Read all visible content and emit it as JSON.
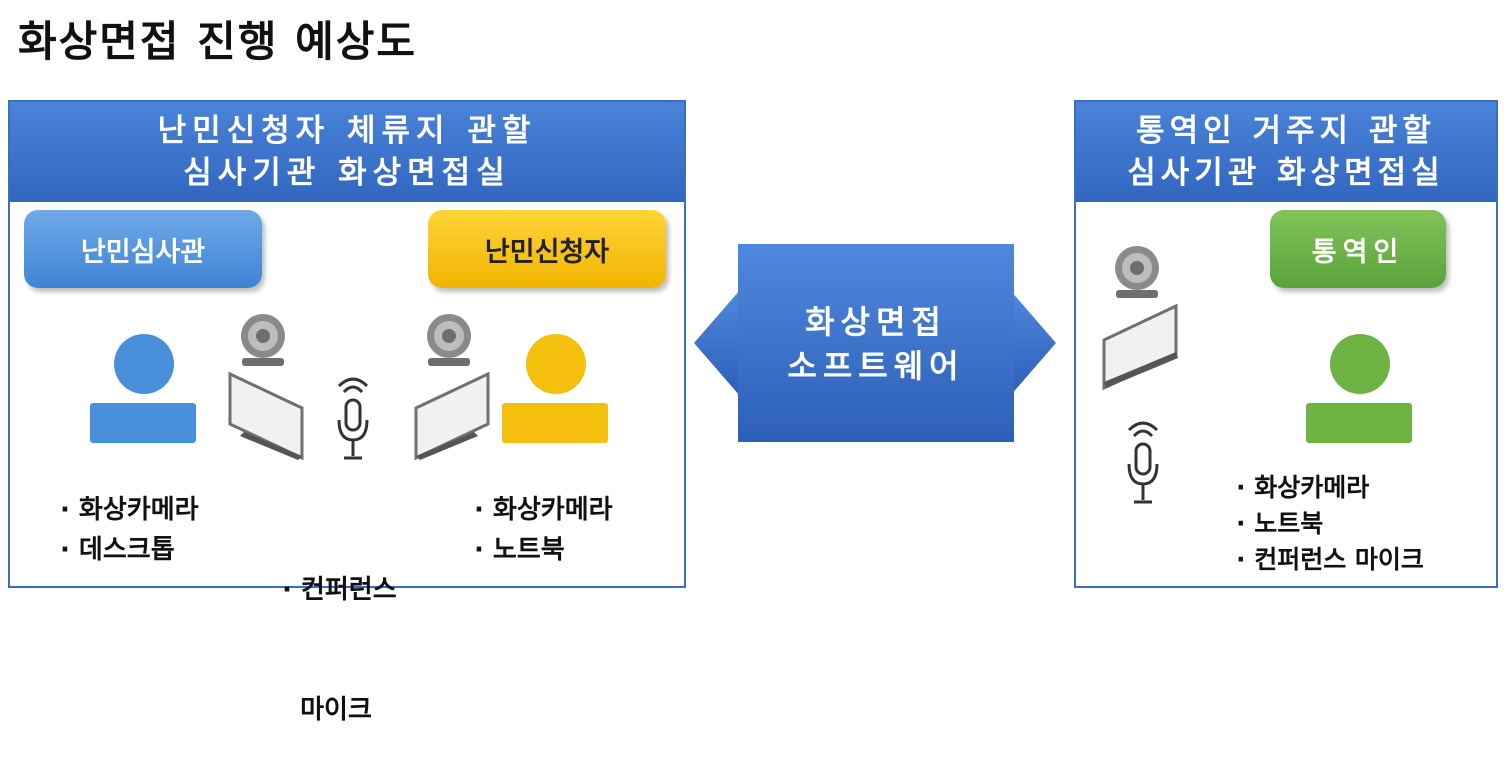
{
  "title": "화상면접 진행 예상도",
  "left_panel": {
    "header_line1": "난민신청자 체류지 관할",
    "header_line2": "심사기관 화상면접실",
    "roles": {
      "examiner": "난민심사관",
      "applicant": "난민신청자"
    },
    "lists": {
      "col1": [
        "· 화상카메라",
        "· 데스크톱"
      ],
      "col2": [
        "· 컨퍼런스",
        "  마이크"
      ],
      "col3": [
        "· 화상카메라",
        "· 노트북"
      ]
    }
  },
  "center": {
    "line1": "화상면접",
    "line2": "소프트웨어"
  },
  "right_panel": {
    "header_line1": "통역인 거주지 관할",
    "header_line2": "심사기관 화상면접실",
    "roles": {
      "interpreter": "통역인"
    },
    "list": [
      "· 화상카메라",
      "· 노트북",
      "· 컨퍼런스 마이크"
    ]
  },
  "colors": {
    "header_blue": "#3a6fbf",
    "examiner_blue": "#4a8fd9",
    "applicant_yellow": "#f5bf0e",
    "interpreter_green": "#6db343"
  },
  "icons": [
    "webcam-icon",
    "monitor-icon",
    "microphone-icon",
    "person-icon",
    "double-arrow-icon"
  ]
}
